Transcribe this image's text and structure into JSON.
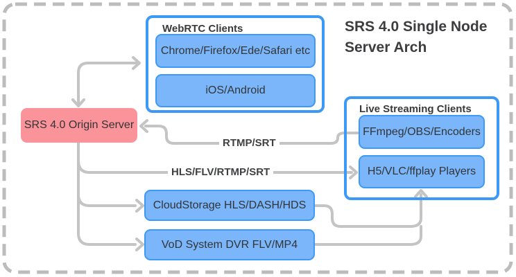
{
  "title": {
    "line1": "SRS 4.0 Single Node",
    "line2": "Server Arch"
  },
  "groups": {
    "webrtc": {
      "title": "WebRTC Clients",
      "items": [
        "Chrome/Firefox/Ede/Safari etc",
        "iOS/Android"
      ]
    },
    "live": {
      "title": "Live Streaming Clients",
      "items": [
        "FFmpeg/OBS/Encoders",
        "H5/VLC/ffplay Players"
      ]
    }
  },
  "nodes": {
    "origin": "SRS 4.0 Origin Server",
    "cloudstorage": "CloudStorage HLS/DASH/HDS",
    "vod": "VoD System DVR FLV/MP4"
  },
  "edge_labels": {
    "rtmp": "RTMP/SRT",
    "hls": "HLS/FLV/RTMP/SRT"
  },
  "colors": {
    "blue_border": "#3d99f6",
    "blue_fill": "#7ab6f9",
    "pink_fill": "#fa939a",
    "line_gray": "#c4c4c4",
    "dash_gray": "#bcbcbc",
    "text": "#3a3a3c"
  }
}
